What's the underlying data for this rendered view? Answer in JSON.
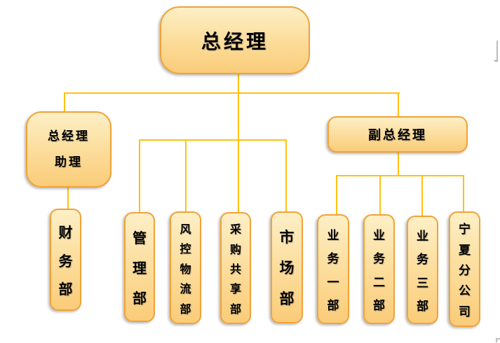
{
  "diagram": {
    "type": "org-chart",
    "nodes": {
      "general_manager": {
        "label": "总经理"
      },
      "gm_assistant": {
        "label": "总经理助理",
        "line1": "总经理",
        "line2": "助理"
      },
      "deputy_gm": {
        "label": "副总经理"
      },
      "finance": {
        "label": "财务部"
      },
      "management": {
        "label": "管理部"
      },
      "risk_logistics": {
        "label": "风控物流部"
      },
      "procurement_sharing": {
        "label": "采购共享部"
      },
      "market": {
        "label": "市场部"
      },
      "business_1": {
        "label": "业务一部"
      },
      "business_2": {
        "label": "业务二部"
      },
      "business_3": {
        "label": "业务三部"
      },
      "ningxia_branch": {
        "label": "宁夏分公司"
      }
    },
    "edges": [
      {
        "from": "总经理",
        "to": "总经理助理"
      },
      {
        "from": "总经理",
        "to": "副总经理"
      },
      {
        "from": "总经理",
        "to": "管理部"
      },
      {
        "from": "总经理",
        "to": "风控物流部"
      },
      {
        "from": "总经理",
        "to": "采购共享部"
      },
      {
        "from": "总经理",
        "to": "市场部"
      },
      {
        "from": "总经理助理",
        "to": "财务部"
      },
      {
        "from": "副总经理",
        "to": "业务一部"
      },
      {
        "from": "副总经理",
        "to": "业务二部"
      },
      {
        "from": "副总经理",
        "to": "业务三部"
      },
      {
        "from": "副总经理",
        "to": "宁夏分公司"
      }
    ]
  },
  "colors": {
    "box_fill_top": "#FDEFC6",
    "box_fill_mid": "#FCDE9E",
    "box_fill_bottom": "#FACC79",
    "box_border": "#F1A238",
    "connector": "#FFC110",
    "text": "#000000",
    "mark": "#BDBDBD"
  }
}
